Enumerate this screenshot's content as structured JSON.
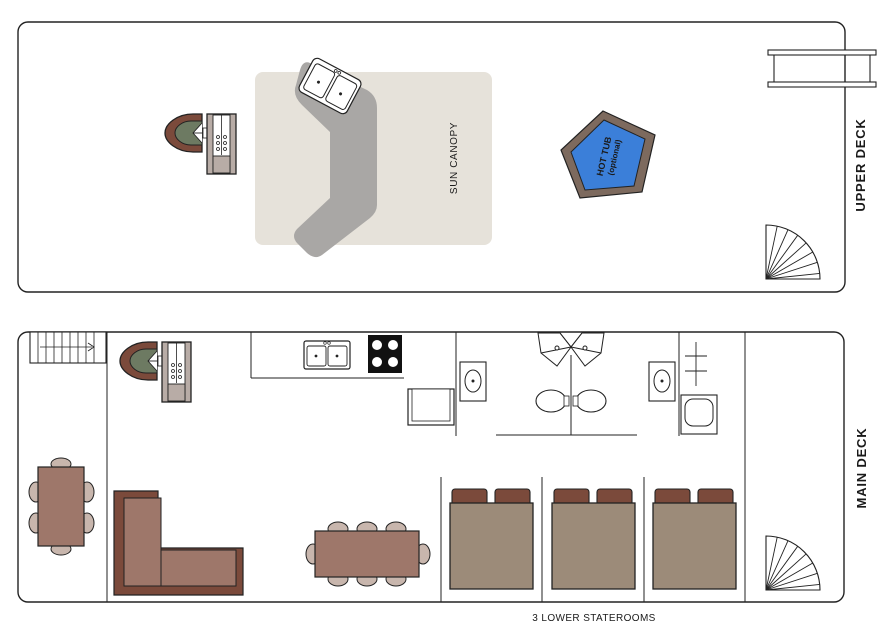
{
  "upper_deck": {
    "label": "UPPER DECK",
    "canopy_label": "SUN CANOPY",
    "hot_tub": {
      "label": "HOT TUB",
      "note": "(optional)"
    }
  },
  "main_deck": {
    "label": "MAIN DECK",
    "staterooms_label": "3 LOWER STATEROOMS"
  },
  "colors": {
    "outline": "#222222",
    "canopy": "#e6e2da",
    "counter": "#a9a7a5",
    "hot_tub_water": "#3b7fd9",
    "hot_tub_rim": "#7d6a5e",
    "table": "#9e776a",
    "chair": "#c8b6ad",
    "sofa_frame": "#7b4a3b",
    "sofa_cushion": "#9e776a",
    "bed": "#9c8b79",
    "pillow": "#7b4a3b",
    "grill_lid": "#7b4a3b",
    "grill_inner": "#6d7a62",
    "grill_side": "#b8aca6"
  }
}
